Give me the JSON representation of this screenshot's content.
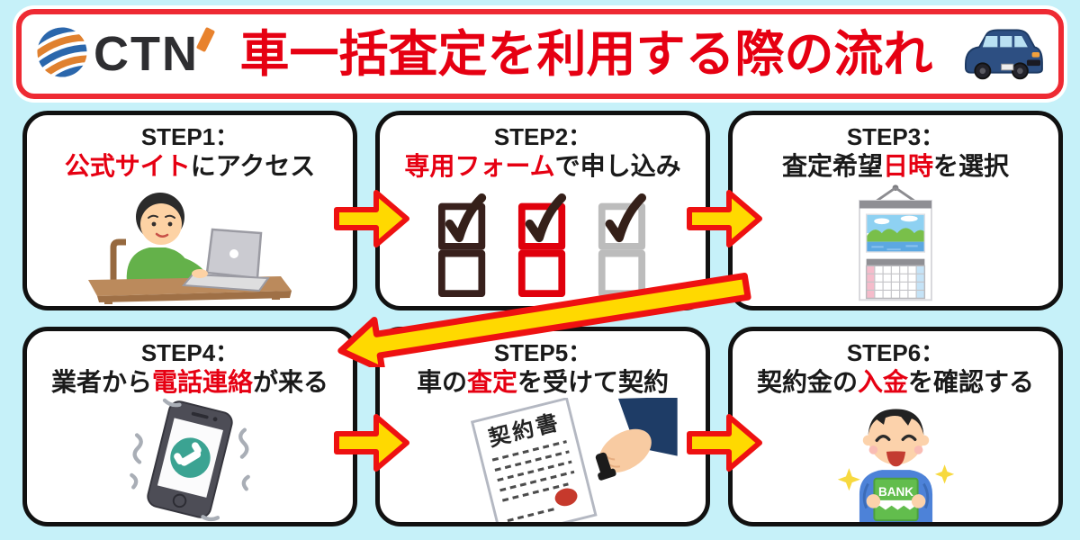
{
  "colors": {
    "background": "#c6f1f9",
    "accent_red": "#e60012",
    "header_border": "#ee2a33",
    "box_border": "#111111",
    "arrow_fill": "#ffd900",
    "arrow_stroke": "#ee1111",
    "logo_dark": "#2e2e31",
    "logo_orange": "#e8822d"
  },
  "header": {
    "logo_text": "CTN",
    "title": "車一括査定を利用する際の流れ"
  },
  "steps": [
    {
      "label": "STEP1：",
      "pre": "",
      "highlight": "公式サイト",
      "post": "にアクセス",
      "illustration": "person-using-laptop"
    },
    {
      "label": "STEP2：",
      "pre": "",
      "highlight": "専用フォーム",
      "post": "で申し込み",
      "illustration": "checkbox-form"
    },
    {
      "label": "STEP3：",
      "pre": "査定希望",
      "highlight": "日時",
      "post": "を選択",
      "illustration": "wall-calendar"
    },
    {
      "label": "STEP4：",
      "pre": "業者から",
      "highlight": "電話連絡",
      "post": "が来る",
      "illustration": "ringing-smartphone"
    },
    {
      "label": "STEP5：",
      "pre": "車の",
      "highlight": "査定",
      "post": "を受けて契約",
      "illustration": "contract-stamping"
    },
    {
      "label": "STEP6：",
      "pre": "契約金の",
      "highlight": "入金",
      "post": "を確認する",
      "illustration": "bankbook-check"
    }
  ],
  "illustration_texts": {
    "contract_title": "契約書",
    "bankbook_label": "BANK"
  }
}
